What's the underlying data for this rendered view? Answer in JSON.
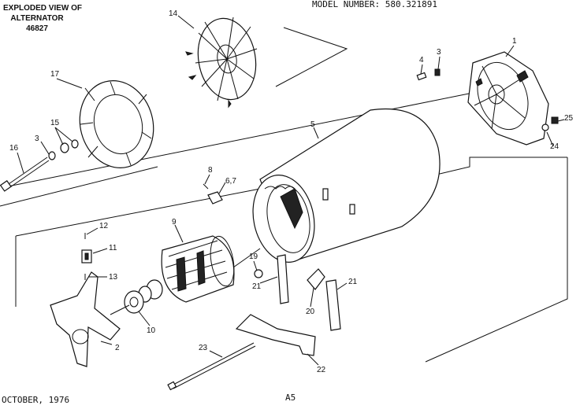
{
  "header": {
    "title_line1": "EXPLODED VIEW OF",
    "title_line2": "ALTERNATOR",
    "title_line3": "46827",
    "model": "MODEL NUMBER: 580.321891"
  },
  "footer": {
    "date": "OCTOBER, 1976",
    "page": "A5"
  },
  "callouts": {
    "c1": "1",
    "c2": "2",
    "c3a": "3",
    "c3b": "3",
    "c4": "4",
    "c5": "5",
    "c67": "6,7",
    "c8": "8",
    "c9": "9",
    "c10": "10",
    "c11": "11",
    "c12": "12",
    "c13": "13",
    "c14": "14",
    "c15": "15",
    "c16": "16",
    "c17": "17",
    "c19": "19",
    "c20": "20",
    "c21a": "21",
    "c21b": "21",
    "c22": "22",
    "c23": "23",
    "c24": "24",
    "c25": "25"
  }
}
